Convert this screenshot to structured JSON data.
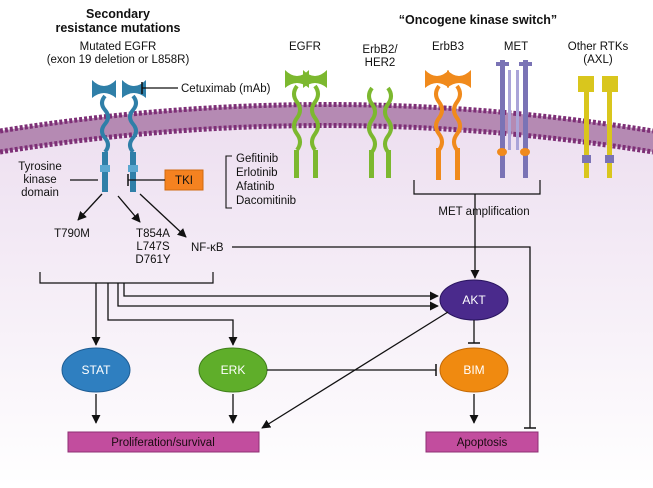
{
  "header": {
    "left_title_line1": "Secondary",
    "left_title_line2": "resistance mutations",
    "right_title": "“Oncogene kinase switch”"
  },
  "receptors": {
    "mutated_egfr_line1": "Mutated EGFR",
    "mutated_egfr_line2": "(exon 19 deletion or L858R)",
    "egfr": "EGFR",
    "erbb2_line1": "ErbB2/",
    "erbb2_line2": "HER2",
    "erbb3": "ErbB3",
    "met": "MET",
    "other_line1": "Other RTKs",
    "other_line2": "(AXL)"
  },
  "drugs": {
    "cetuximab": "Cetuximab (mAb)",
    "tki": "TKI",
    "tki_list": [
      "Gefitinib",
      "Erlotinib",
      "Afatinib",
      "Dacomitinib"
    ]
  },
  "domain_label": [
    "Tyrosine",
    "kinase",
    "domain"
  ],
  "mutations": {
    "t790m": "T790M",
    "group": [
      "T854A",
      "L747S",
      "D761Y"
    ]
  },
  "nfkb": "NF-κB",
  "met_amplification": "MET amplification",
  "nodes": {
    "akt": "AKT",
    "stat": "STAT",
    "erk": "ERK",
    "bim": "BIM"
  },
  "outcomes": {
    "proliferation": "Proliferation/survival",
    "apoptosis": "Apoptosis"
  },
  "colors": {
    "membrane": "#8e3f86",
    "cytoplasm_top": "#efe3f0",
    "egfr_blue": "#2f7fa8",
    "egfr_green": "#7cb82f",
    "erbb3_orange": "#f08a1c",
    "met_purple": "#7a73b5",
    "axl_yellow": "#d9c61d",
    "akt": "#4a2a8c",
    "stat": "#2f7fc0",
    "erk": "#5fae2a",
    "bim": "#f08a10",
    "tki_orange": "#f58220",
    "outcome_box": "#c24d9e"
  }
}
